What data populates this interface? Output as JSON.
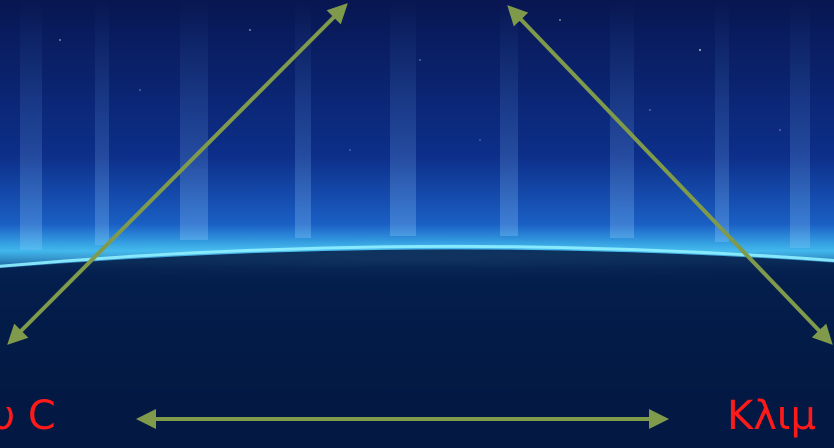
{
  "labels": {
    "left": "υ C",
    "right": "Κλιμ"
  },
  "colors": {
    "label": "#ff1a1a",
    "arrow": "#7f9a4a",
    "sky_top": "#0a1a5c",
    "horizon_glow": "#3fd0ff",
    "ground": "#031233"
  },
  "arrows": [
    {
      "name": "arrow-left-diagonal",
      "style": "double-headed"
    },
    {
      "name": "arrow-right-diagonal",
      "style": "double-headed"
    },
    {
      "name": "arrow-bottom-horizontal",
      "style": "double-headed"
    }
  ]
}
